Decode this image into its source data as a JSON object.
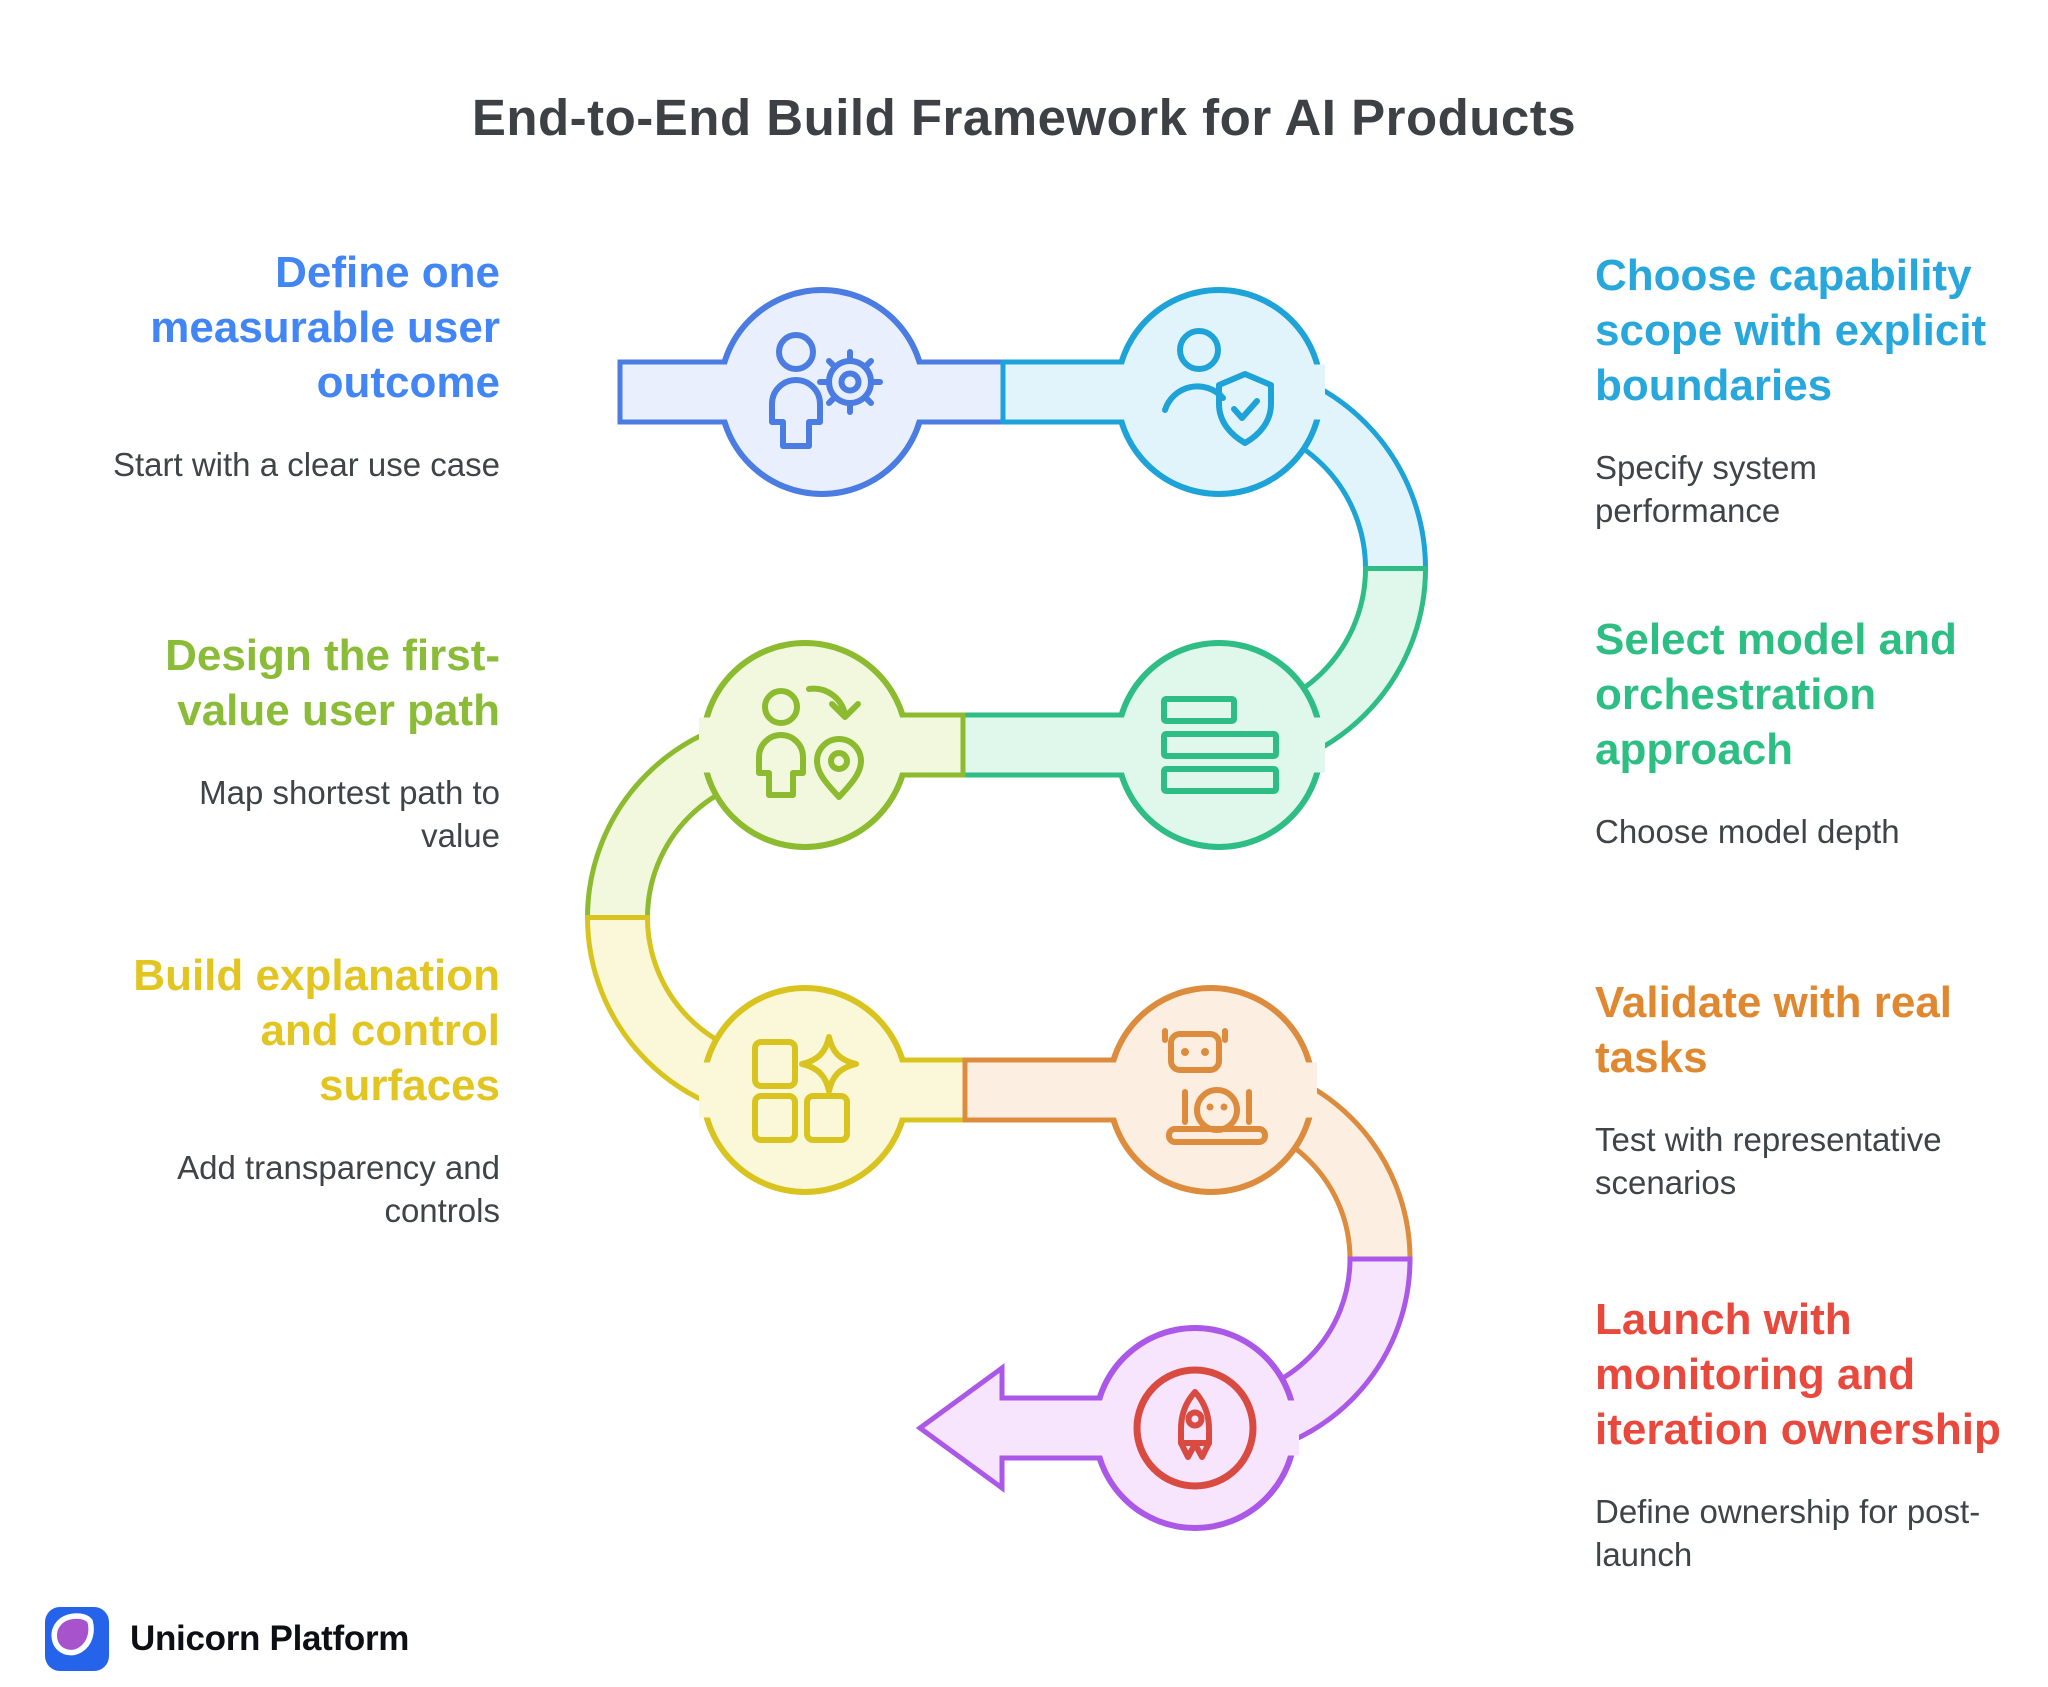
{
  "title": "End-to-End Build Framework for AI Products",
  "steps": [
    {
      "heading": "Define one measurable user outcome",
      "sub": "Start with a clear use case",
      "color": "#4285f4",
      "side": "left"
    },
    {
      "heading": "Choose capability scope with explicit boundaries",
      "sub": "Specify system performance",
      "color": "#27a7dc",
      "side": "right"
    },
    {
      "heading": "Select model and orchestration approach",
      "sub": "Choose model depth",
      "color": "#2dbe84",
      "side": "right"
    },
    {
      "heading": "Design the first-value user path",
      "sub": "Map shortest path to value",
      "color": "#8bbc37",
      "side": "left"
    },
    {
      "heading": "Build explanation and control surfaces",
      "sub": "Add transparency and controls",
      "color": "#e3c522",
      "side": "left"
    },
    {
      "heading": "Validate with real tasks",
      "sub": "Test with representative scenarios",
      "color": "#e0882f",
      "side": "right"
    },
    {
      "heading": "Launch with monitoring and iteration ownership",
      "sub": "Define ownership for post-launch",
      "color": "#e8493c",
      "side": "right"
    }
  ],
  "nodes": [
    {
      "icon": "user-gear-icon",
      "color_key": "blue"
    },
    {
      "icon": "user-shield-check-icon",
      "color_key": "cyan"
    },
    {
      "icon": "list-rows-icon",
      "color_key": "teal"
    },
    {
      "icon": "user-route-pin-icon",
      "color_key": "green"
    },
    {
      "icon": "apps-sparkle-icon",
      "color_key": "yellow"
    },
    {
      "icon": "bot-laptop-icon",
      "color_key": "orange"
    },
    {
      "icon": "rocket-icon",
      "color_key": "purple"
    }
  ],
  "palette": {
    "blue": {
      "stroke": "#4a7ce2",
      "fill": "#e9effc"
    },
    "cyan": {
      "stroke": "#1ea3d9",
      "fill": "#e1f4fb"
    },
    "teal": {
      "stroke": "#2ebd85",
      "fill": "#e0f7eb"
    },
    "green": {
      "stroke": "#8cbb2f",
      "fill": "#f2f8de"
    },
    "yellow": {
      "stroke": "#d9c41f",
      "fill": "#fbf7d9"
    },
    "orange": {
      "stroke": "#dd8c3e",
      "fill": "#fcefe1"
    },
    "purple": {
      "stroke": "#ab57e8",
      "fill": "#f6e5fc"
    },
    "red": "#d94b41",
    "title_text": "#3d4145",
    "body_text": "#3f4448"
  },
  "brand": {
    "name": "Unicorn Platform",
    "accent": "#2563eb",
    "mark": "unicorn-leaf-icon",
    "mark_color": "#a653cc"
  }
}
